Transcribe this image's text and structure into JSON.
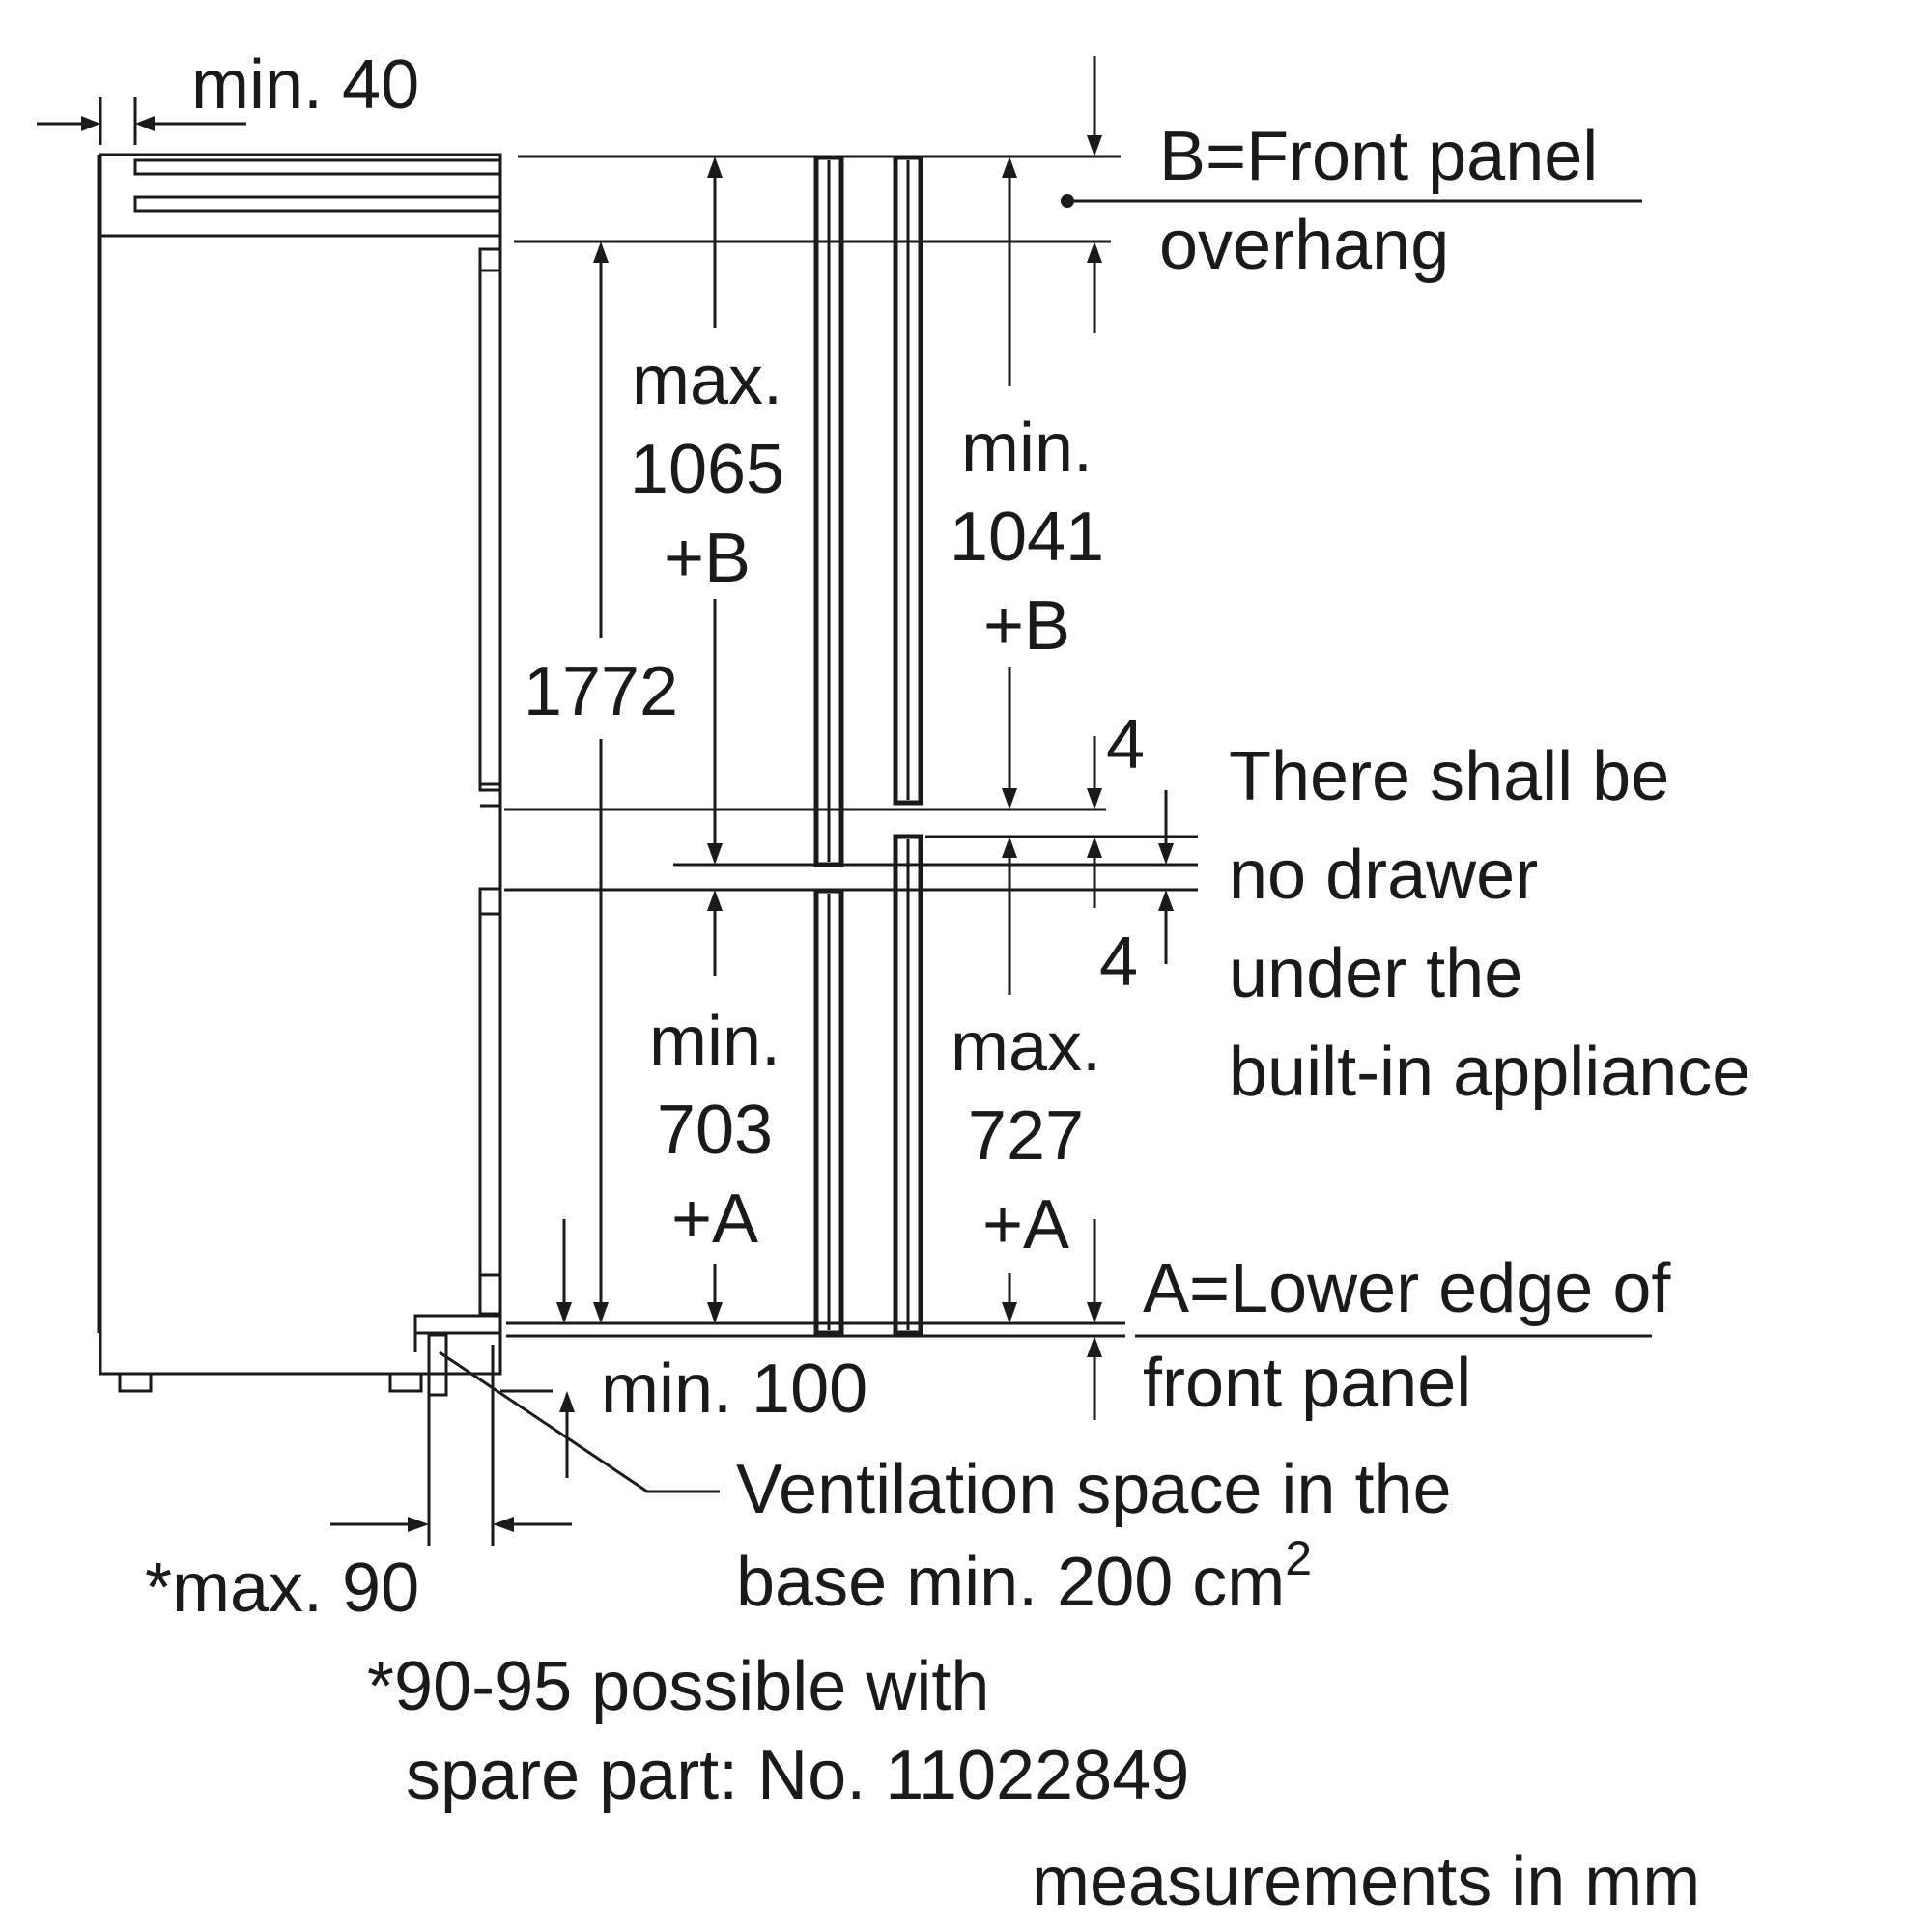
{
  "labels": {
    "min_40": "min. 40",
    "b_def_1": "B=Front panel",
    "b_def_2": "overhang",
    "max_1065_a": "max.",
    "max_1065_b": "1065",
    "max_1065_c": "+B",
    "min_1041_a": "min.",
    "min_1041_b": "1041",
    "min_1041_c": "+B",
    "h_1772": "1772",
    "gap_top": "4",
    "gap_bottom": "4",
    "drawer_note_1": "There shall be",
    "drawer_note_2": "no drawer",
    "drawer_note_3": "under the",
    "drawer_note_4": "built-in appliance",
    "min_703_a": "min.",
    "min_703_b": "703",
    "min_703_c": "+A",
    "max_727_a": "max.",
    "max_727_b": "727",
    "max_727_c": "+A",
    "a_def_1": "A=Lower edge of",
    "a_def_2": "front panel",
    "min_100": "min. 100",
    "vent_1": "Ventilation space in the",
    "vent_2": "base min. 200 cm",
    "vent_sup": "2",
    "max_90": "*max. 90",
    "footnote_1": "*90-95 possible with",
    "footnote_2": "spare part: No. 11022849",
    "units": "measurements in mm"
  }
}
